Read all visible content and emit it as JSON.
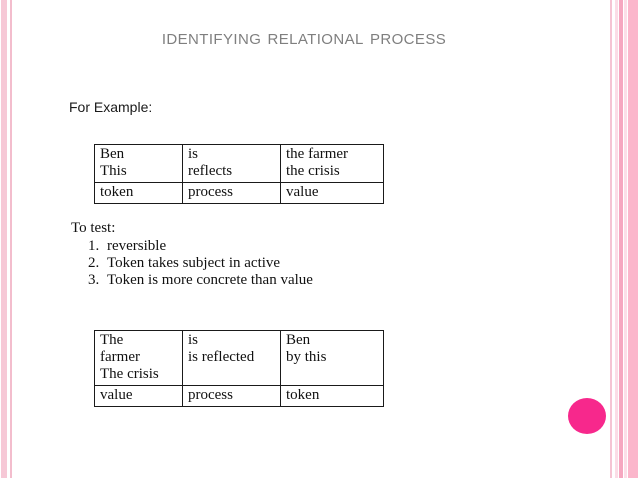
{
  "slide": {
    "title": "Identifying relational process",
    "background_color": "#ffffff",
    "title_color": "#7f7f7f",
    "accent_color": "#f7288c",
    "border_color": "#f6c8d6"
  },
  "body": {
    "for_example_label": "For Example:",
    "to_test_label": "To test:",
    "steps": [
      {
        "num": "1.",
        "text": "reversible"
      },
      {
        "num": "2.",
        "text": "Token takes subject in active"
      },
      {
        "num": "3.",
        "text": "Token is more concrete than value"
      }
    ]
  },
  "table_example": {
    "rows": [
      {
        "col1": [
          "Ben",
          "This"
        ],
        "col2": [
          "is",
          "reflects"
        ],
        "col3": [
          "the farmer",
          "the crisis"
        ]
      },
      {
        "col1": [
          "token"
        ],
        "col2": [
          "process"
        ],
        "col3": [
          "value"
        ]
      }
    ]
  },
  "table_reversed": {
    "rows": [
      {
        "col1": [
          "The",
          "farmer",
          "The crisis"
        ],
        "col2": [
          "is",
          "is reflected"
        ],
        "col3": [
          "Ben",
          "by this"
        ]
      },
      {
        "col1": [
          "value"
        ],
        "col2": [
          "process"
        ],
        "col3": [
          "token"
        ]
      }
    ]
  },
  "decorations": {
    "circle_name": "pink-circle-decoration"
  }
}
